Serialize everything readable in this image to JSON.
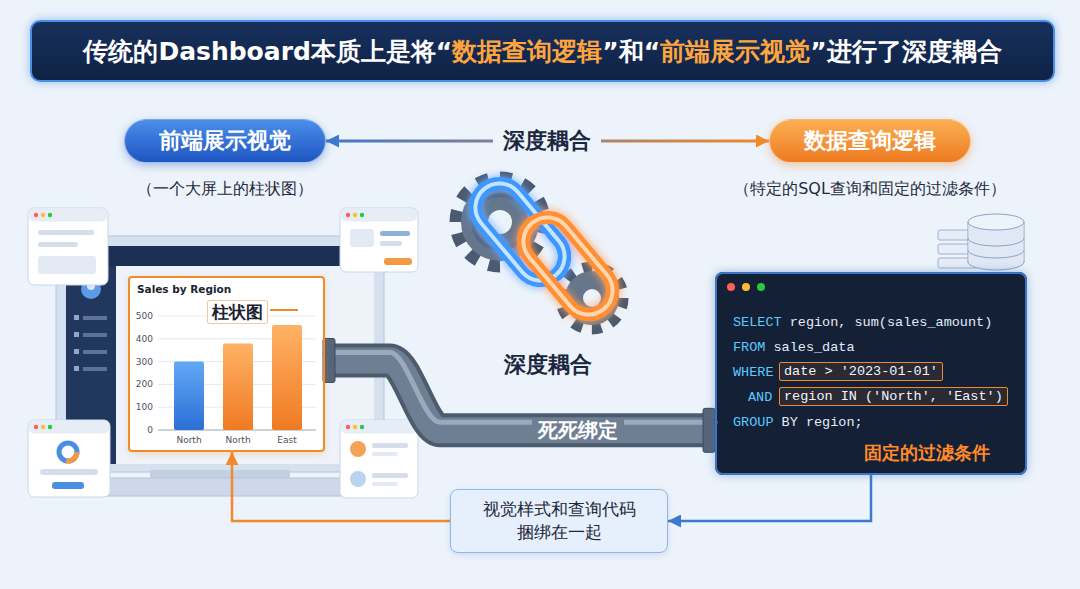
{
  "diagram": {
    "title": "传统的Dashboard本质上是将“数据查询逻辑”和“前端展示视觉”进行了深度耦合",
    "nodes": [
      {
        "text": [
          "前端展示视觉",
          "（一个大屏上的柱状图）"
        ]
      },
      {
        "text": [
          "数据查询逻辑",
          "（特定的SQL查询和固定的过滤条件）"
        ]
      },
      {
        "text": [
          "Sales by Region"
        ]
      },
      {
        "text": [
          "柱状图"
        ],
        "in": 2
      },
      {
        "text": [
          "SELECT region, sum(sales_amount)",
          "FROM sales_data",
          "WHERE",
          "AND",
          "GROUP BY region;",
          "固定的过滤条件"
        ]
      },
      {
        "text": [
          "date > '2023-01-01'"
        ],
        "in": 4
      },
      {
        "text": [
          "region IN ('North', 'East')"
        ],
        "in": 4
      },
      {
        "text": [
          "视觉样式和查询代码 捆绑在一起"
        ]
      }
    ],
    "edges": [
      {
        "from": 0,
        "to": 1,
        "arrow": "both",
        "label": "深度耦合"
      },
      {
        "from": 2,
        "to": 4,
        "arrow": "none",
        "label": "死死绑定"
      },
      {
        "from": 4,
        "to": 7,
        "arrow": "to"
      },
      {
        "from": 7,
        "to": 2,
        "arrow": "to"
      }
    ],
    "labels": [
      "500",
      "400",
      "300",
      "200",
      "100",
      "0",
      "North",
      "North",
      "East",
      "深度耦合"
    ]
  }
}
